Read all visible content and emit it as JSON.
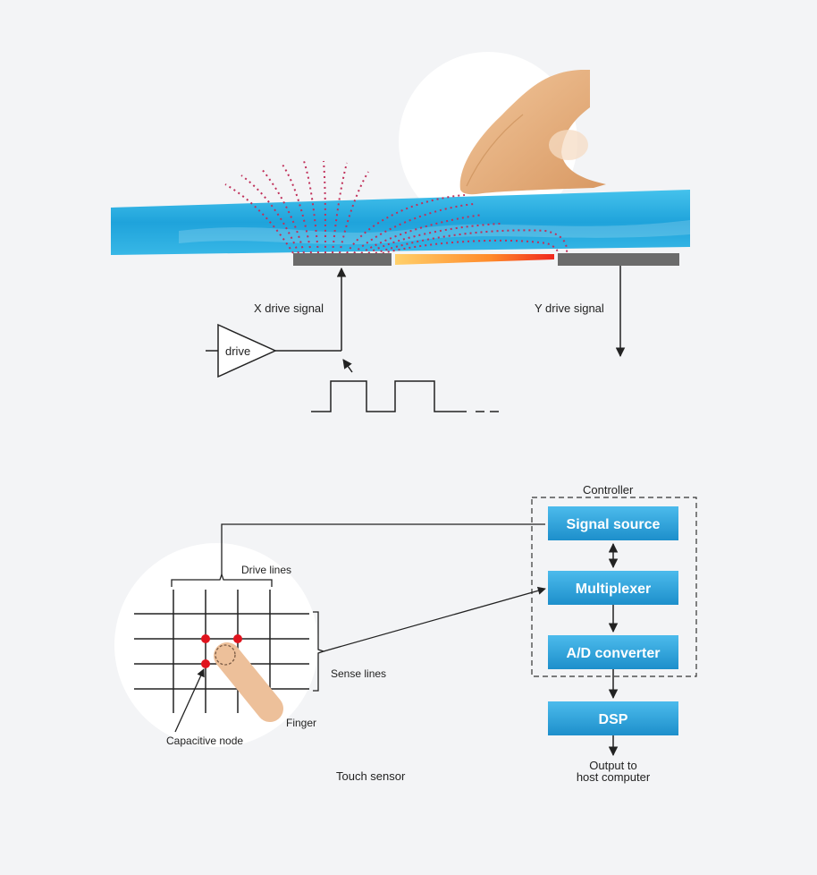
{
  "top_diagram": {
    "x_drive_label": "X drive signal",
    "y_drive_label": "Y drive signal",
    "drive_label": "drive"
  },
  "bottom_diagram": {
    "controller_label": "Controller",
    "boxes": {
      "signal_source": "Signal source",
      "multiplexer": "Multiplexer",
      "ad_converter": "A/D converter",
      "dsp": "DSP"
    },
    "output_label_line1": "Output to",
    "output_label_line2": "host computer",
    "drive_lines_label": "Drive lines",
    "sense_lines_label": "Sense lines",
    "finger_label": "Finger",
    "capacitive_node_label": "Capacitive node",
    "touch_sensor_label": "Touch sensor"
  },
  "colors": {
    "background": "#f3f4f6",
    "glass": "#2fb0e0",
    "electrode": "#6b6b6b",
    "field_lines": "#c0305a",
    "box_fill": "#2a9fd8",
    "node": "#e0141e",
    "finger_skin": "#e9b482"
  }
}
